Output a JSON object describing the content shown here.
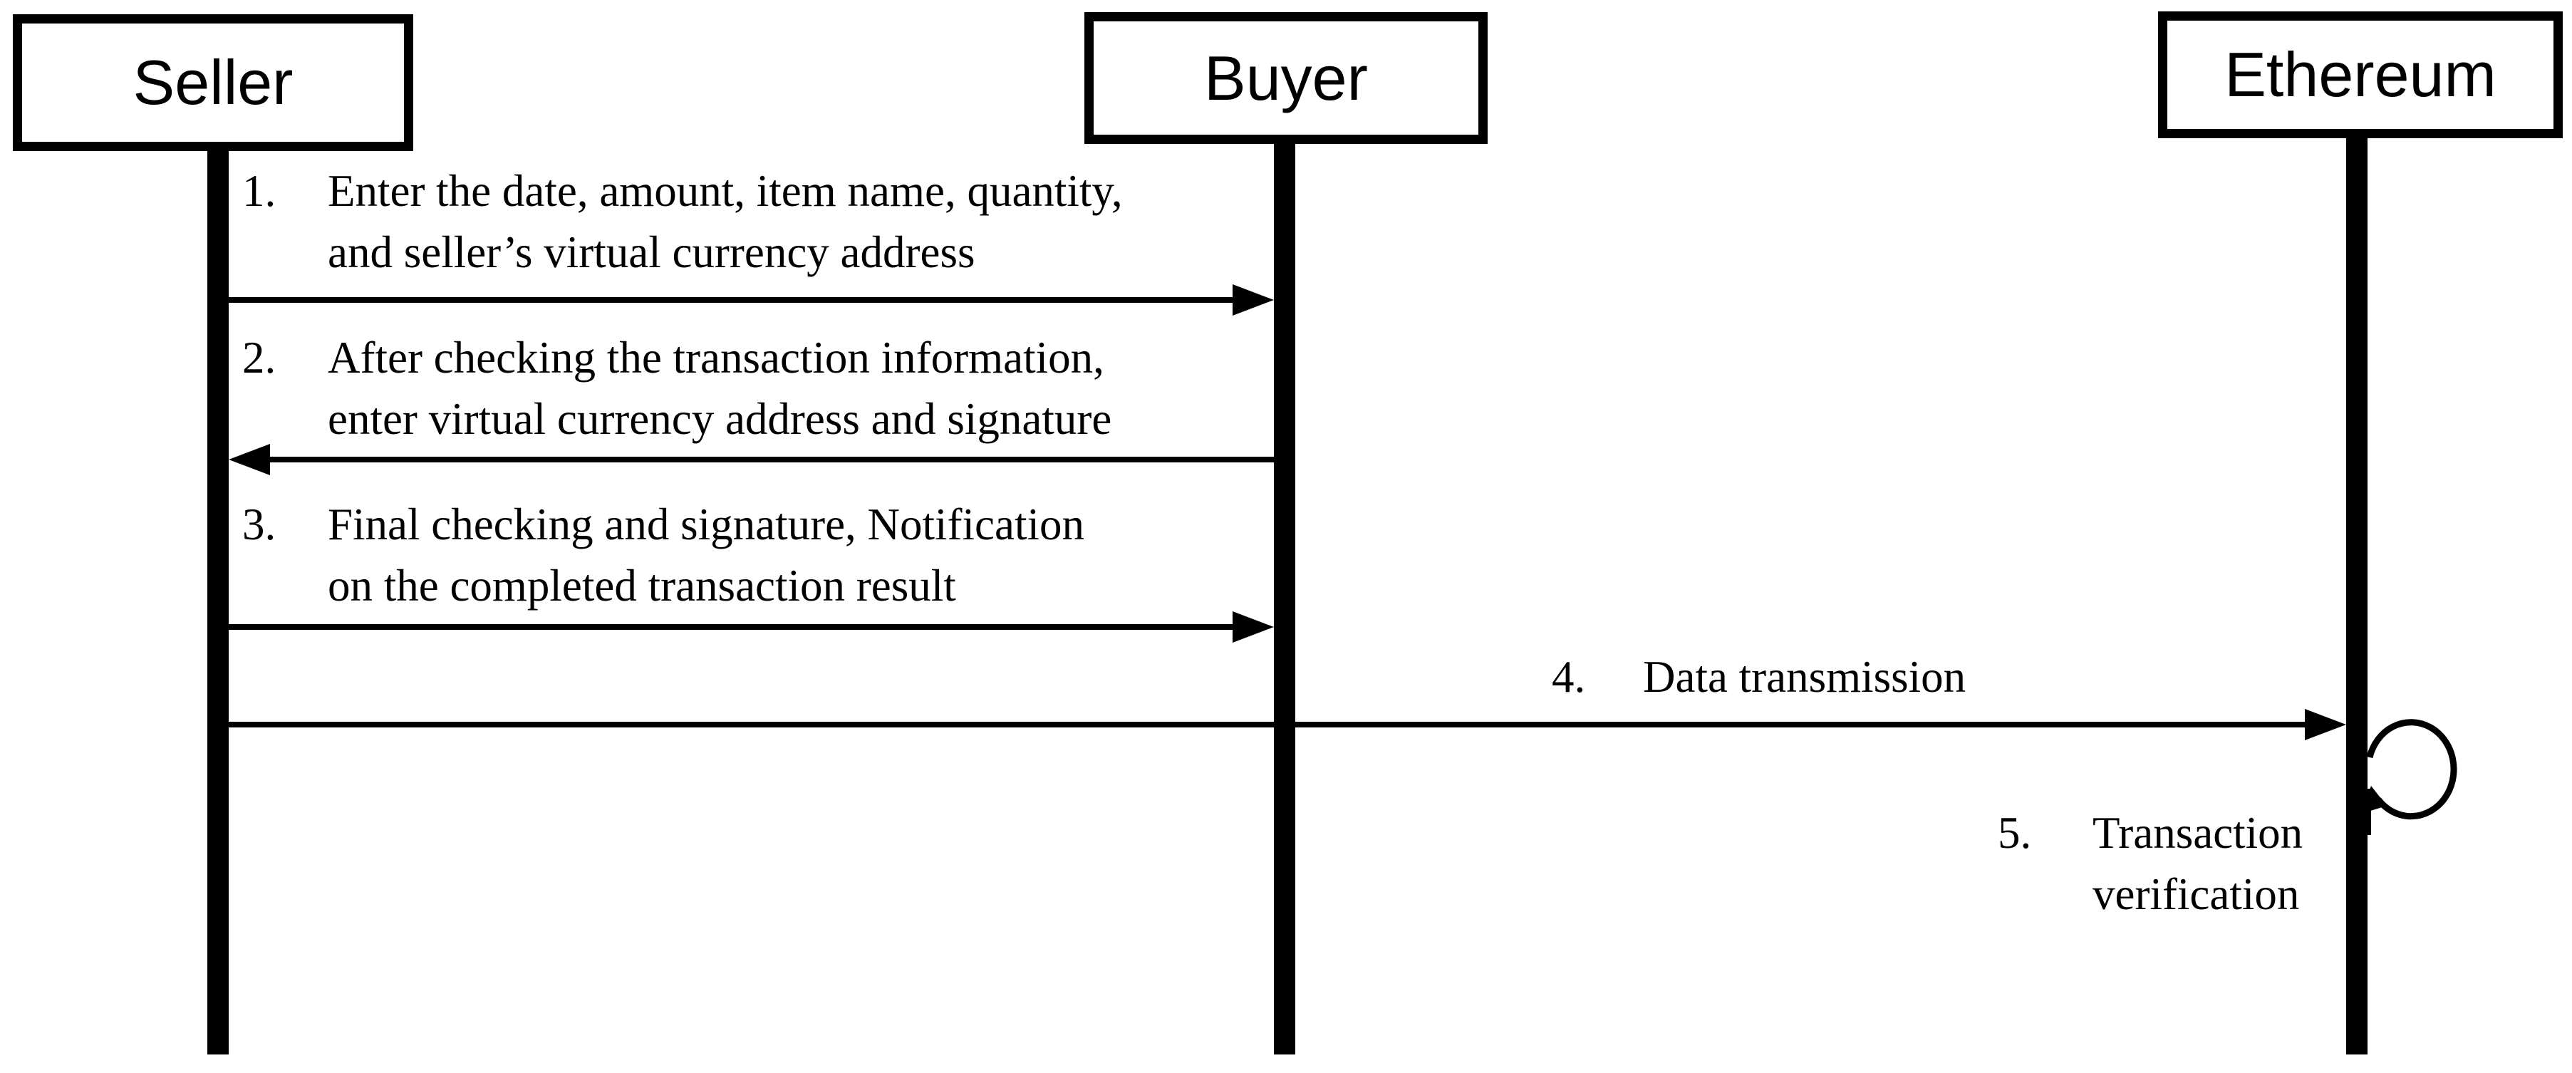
{
  "diagram": {
    "type": "sequence-diagram",
    "colors": {
      "line": "#000000",
      "background": "#ffffff"
    },
    "actors": [
      {
        "id": "seller",
        "label": "Seller"
      },
      {
        "id": "buyer",
        "label": "Buyer"
      },
      {
        "id": "ethereum",
        "label": "Ethereum"
      }
    ],
    "messages": [
      {
        "num": "1.",
        "lines": [
          "Enter the date, amount, item name, quantity,",
          "and seller’s virtual currency address"
        ],
        "from": "Seller",
        "to": "Buyer",
        "direction": "right"
      },
      {
        "num": "2.",
        "lines": [
          "After checking the transaction information,",
          "enter virtual currency address and signature"
        ],
        "from": "Buyer",
        "to": "Seller",
        "direction": "left"
      },
      {
        "num": "3.",
        "lines": [
          "Final checking and signature, Notification",
          "on the completed transaction result"
        ],
        "from": "Seller",
        "to": "Buyer",
        "direction": "right"
      },
      {
        "num": "4.",
        "lines": [
          "Data transmission"
        ],
        "from": "Seller",
        "to": "Ethereum",
        "direction": "right"
      },
      {
        "num": "5.",
        "lines": [
          "Transaction",
          "verification"
        ],
        "from": "Ethereum",
        "to": "Ethereum",
        "direction": "self-loop"
      }
    ]
  }
}
